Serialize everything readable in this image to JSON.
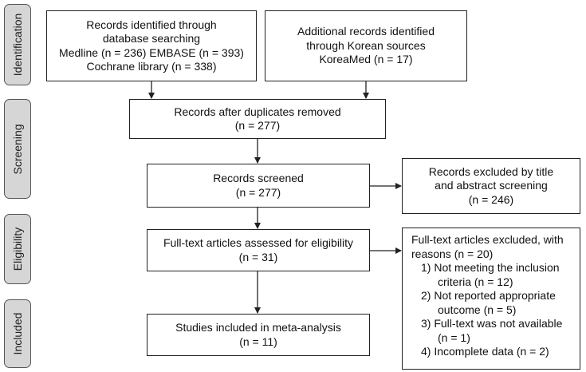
{
  "phases": [
    "Identification",
    "Screening",
    "Eligibility",
    "Included"
  ],
  "boxes": {
    "db_search": [
      "Records identified through",
      "database searching",
      "Medline (n = 236) EMBASE (n = 393)",
      "Cochrane library (n = 338)"
    ],
    "korean": [
      "Additional records identified",
      "through Korean sources",
      "KoreaMed (n = 17)"
    ],
    "dup_removed": [
      "Records after duplicates removed",
      "(n = 277)"
    ],
    "screened": [
      "Records screened",
      "(n = 277)"
    ],
    "excluded_title": [
      "Records excluded by title",
      "and abstract screening",
      "(n = 246)"
    ],
    "fulltext": [
      "Full-text articles assessed for eligibility",
      "(n = 31)"
    ],
    "fulltext_excluded": [
      "Full-text articles excluded, with",
      "reasons (n = 20)",
      "1) Not meeting the inclusion",
      "criteria (n = 12)",
      "2) Not reported appropriate",
      "outcome (n = 5)",
      "3) Full-text was not available",
      "(n = 1)",
      "4) Incomplete data (n = 2)"
    ],
    "included": [
      "Studies included in meta-analysis",
      "(n = 11)"
    ]
  },
  "colors": {
    "phase_fill": "#d6d6d6",
    "border": "#222222",
    "text": "#111111"
  }
}
